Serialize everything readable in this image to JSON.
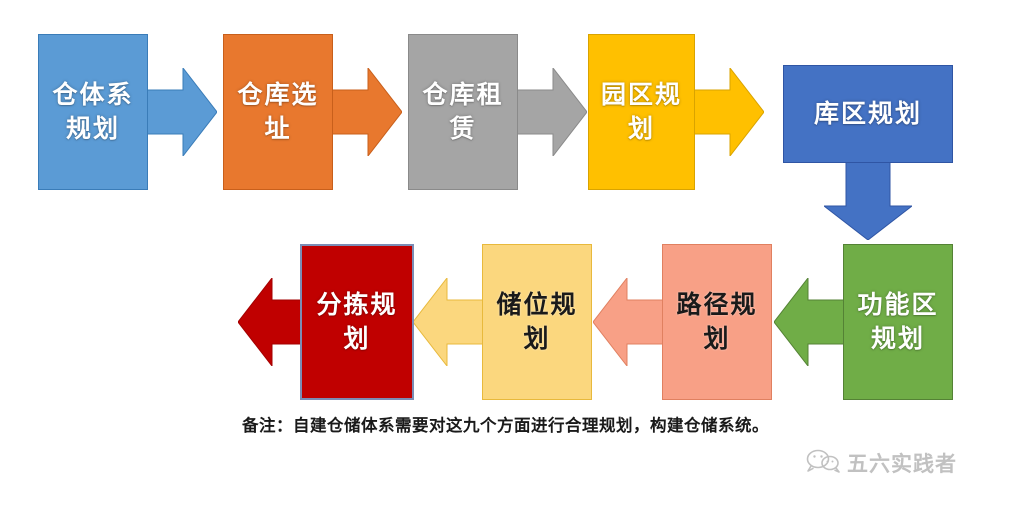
{
  "figure": {
    "caption": "备注：自建仓储体系需要对这九个方面进行合理规划，构建仓储系统。"
  },
  "watermark": {
    "icon": "wechat-icon",
    "text": "五六实践者"
  },
  "colors": {
    "step1_blue": "#5B9BD5",
    "step2_orange": "#E8782E",
    "step3_gray": "#A5A5A5",
    "step4_gold": "#FFC000",
    "step5_blue": "#4472C4",
    "step6_green": "#70AD47",
    "step7_salmon": "#F8A086",
    "step8_lightyellow": "#FBD77E",
    "step9_red": "#C00000",
    "text_white": "#FFFFFF",
    "text_black": "#1A1A1A"
  },
  "flow": {
    "top_row": [
      {
        "id": "step1",
        "label": "仓体系规划",
        "color": "#5B9BD5",
        "border": "#3A7CB8",
        "text_color": "white"
      },
      {
        "id": "step2",
        "label": "仓库选址",
        "color": "#E8782E",
        "border": "#C85F1B",
        "text_color": "white"
      },
      {
        "id": "step3",
        "label": "仓库租赁",
        "color": "#A5A5A5",
        "border": "#8A8A8A",
        "text_color": "white"
      },
      {
        "id": "step4",
        "label": "园区规划",
        "color": "#FFC000",
        "border": "#D9A300",
        "text_color": "white"
      },
      {
        "id": "step5",
        "label": "库区规划",
        "color": "#4472C4",
        "border": "#2F55A4",
        "text_color": "white"
      }
    ],
    "bottom_row": [
      {
        "id": "step6",
        "label": "功能区规划",
        "color": "#70AD47",
        "border": "#548235",
        "text_color": "white"
      },
      {
        "id": "step7",
        "label": "路径规划",
        "color": "#F8A086",
        "border": "#E08060",
        "text_color": "black"
      },
      {
        "id": "step8",
        "label": "储位规划",
        "color": "#FBD77E",
        "border": "#E8B93C",
        "text_color": "black"
      },
      {
        "id": "step9",
        "label": "分拣规划",
        "color": "#C00000",
        "border": "#7B8DB5",
        "text_color": "white"
      }
    ],
    "arrows": [
      {
        "id": "arrow1",
        "from": "step1",
        "to": "step2",
        "direction": "right",
        "color": "#5B9BD5"
      },
      {
        "id": "arrow2",
        "from": "step2",
        "to": "step3",
        "direction": "right",
        "color": "#E8782E"
      },
      {
        "id": "arrow3",
        "from": "step3",
        "to": "step4",
        "direction": "right",
        "color": "#A5A5A5"
      },
      {
        "id": "arrow4",
        "from": "step4",
        "to": "step5",
        "direction": "right",
        "color": "#FFC000"
      },
      {
        "id": "arrow5",
        "from": "step5",
        "to": "step6",
        "direction": "down",
        "color": "#4472C4"
      },
      {
        "id": "arrow6",
        "from": "step6",
        "to": "step7",
        "direction": "left",
        "color": "#70AD47"
      },
      {
        "id": "arrow7",
        "from": "step7",
        "to": "step8",
        "direction": "left",
        "color": "#F8A086"
      },
      {
        "id": "arrow8",
        "from": "step8",
        "to": "step9",
        "direction": "left",
        "color": "#FBD77E"
      },
      {
        "id": "arrow9",
        "from": "step9",
        "to": "end",
        "direction": "left",
        "color": "#C00000"
      }
    ]
  }
}
